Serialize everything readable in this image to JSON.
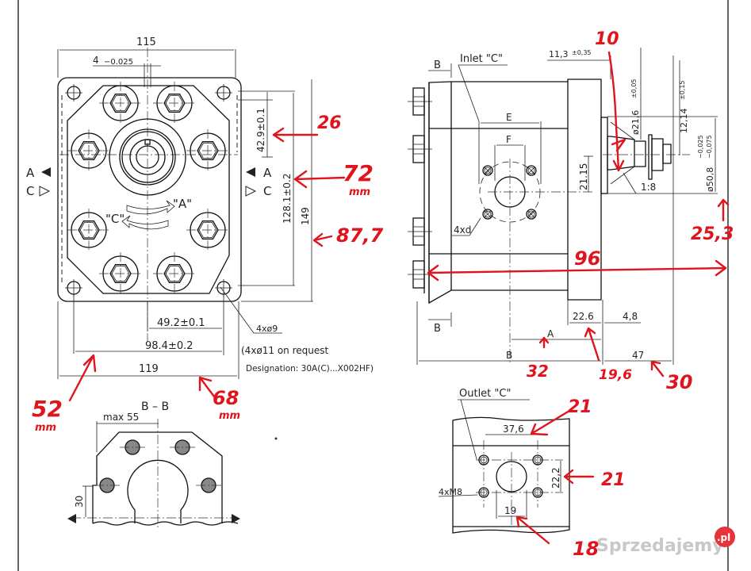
{
  "front_view": {
    "dim_width_top": "115",
    "dim_key": "4",
    "dim_key_tol": "−0.025",
    "dim_42_9": "42.9±0.1",
    "dim_128_1": "128.1±0.2",
    "dim_149": "149",
    "dim_49_2": "49.2±0.1",
    "dim_98_4": "98.4±0.2",
    "dim_119": "119",
    "holes": "4xø9",
    "holes_note": "(4xø11 on request",
    "designation": "Designation: 30A(C)...X002HF)",
    "label_a": "A",
    "label_c": "C",
    "rot_a": "\"A\"",
    "rot_c": "\"C\""
  },
  "section_bb": {
    "title": "B – B",
    "dim_max55": "max 55",
    "dim_30": "30"
  },
  "side_view": {
    "section_mark": "B",
    "inlet_label": "Inlet \"C\"",
    "dim_11_3": "11,3",
    "dim_11_3_tol": "±0,35",
    "dim_21_6": "ø21,6",
    "dim_21_6_tol": "±0,05",
    "dim_12_14": "12,14",
    "dim_12_14_tol": "±0,15",
    "dim_50_8": "ø50,8",
    "dim_50_8_tol_up": "−0,025",
    "dim_50_8_tol_lo": "−0,075",
    "dim_21_15": "21.15",
    "taper": "1:8",
    "dim_e": "E",
    "dim_f": "F",
    "holes_4xd": "4xd",
    "dim_22_6": "22.6",
    "dim_4_8": "4,8",
    "dim_a": "A",
    "dim_b": "B",
    "dim_47": "47"
  },
  "outlet_view": {
    "label": "Outlet \"C\"",
    "dim_37_6": "37,6",
    "dim_22_2": "22,2",
    "dim_19": "19",
    "holes": "4xM8"
  },
  "annotations": {
    "a26": "26",
    "a72": "72",
    "a72_unit": "mm",
    "a87_7": "87,7",
    "a52": "52",
    "a52_unit": "mm",
    "a68": "68",
    "a68_unit": "mm",
    "a10": "10",
    "a25_3": "25,3",
    "a96": "96",
    "a32": "32",
    "a19_6": "19,6",
    "a30": "30",
    "a21_top": "21",
    "a21_side": "21",
    "a18": "18",
    "color": "#e0141c"
  },
  "watermark": {
    "text": "Sprzedajemy",
    "suffix": ".pl",
    "badge_color": "#e5343a"
  }
}
